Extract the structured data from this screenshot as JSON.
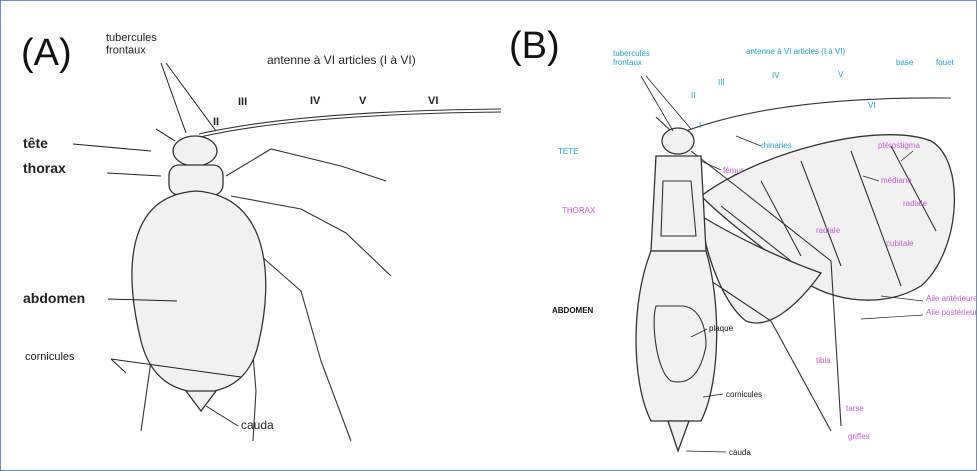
{
  "panel_a": {
    "letter": "(A)",
    "labels": {
      "frontal_tubercles": "tubercules\nfrontaux",
      "antenna": "antenne à VI articles (I à VI)",
      "seg_II": "II",
      "seg_III": "III",
      "seg_IV": "IV",
      "seg_V": "V",
      "seg_VI": "VI",
      "head": "tête",
      "thorax": "thorax",
      "abdomen": "abdomen",
      "cornicles": "cornicules",
      "cauda": "cauda"
    }
  },
  "panel_b": {
    "letter": "(B)",
    "labels": {
      "frontal_tubercles": "tubercules\nfrontaux",
      "antenna": "antenne à VI articles (I à VI)",
      "seg_II": "II",
      "seg_III": "III",
      "seg_IV": "IV",
      "seg_V": "V",
      "seg_VI": "VI",
      "seg_I": "I",
      "base": "base",
      "fouet": "fouet",
      "rhinaria": "rhinaries",
      "pterostigma": "ptérostigma",
      "head": "TETE",
      "femur": "fémur",
      "median": "médiane",
      "radial_outer": "radiale",
      "thorax": "THORAX",
      "radial_inner": "radiale",
      "cubital": "cubitale",
      "abdomen": "ABDOMEN",
      "fore_wing": "Aile antérieure",
      "hind_wing": "Aile postérieure",
      "plaque": "plaque",
      "tibia": "tibia",
      "tarse": "tarse",
      "griffes": "griffes",
      "cornicles": "cornicules",
      "cauda": "cauda"
    }
  }
}
